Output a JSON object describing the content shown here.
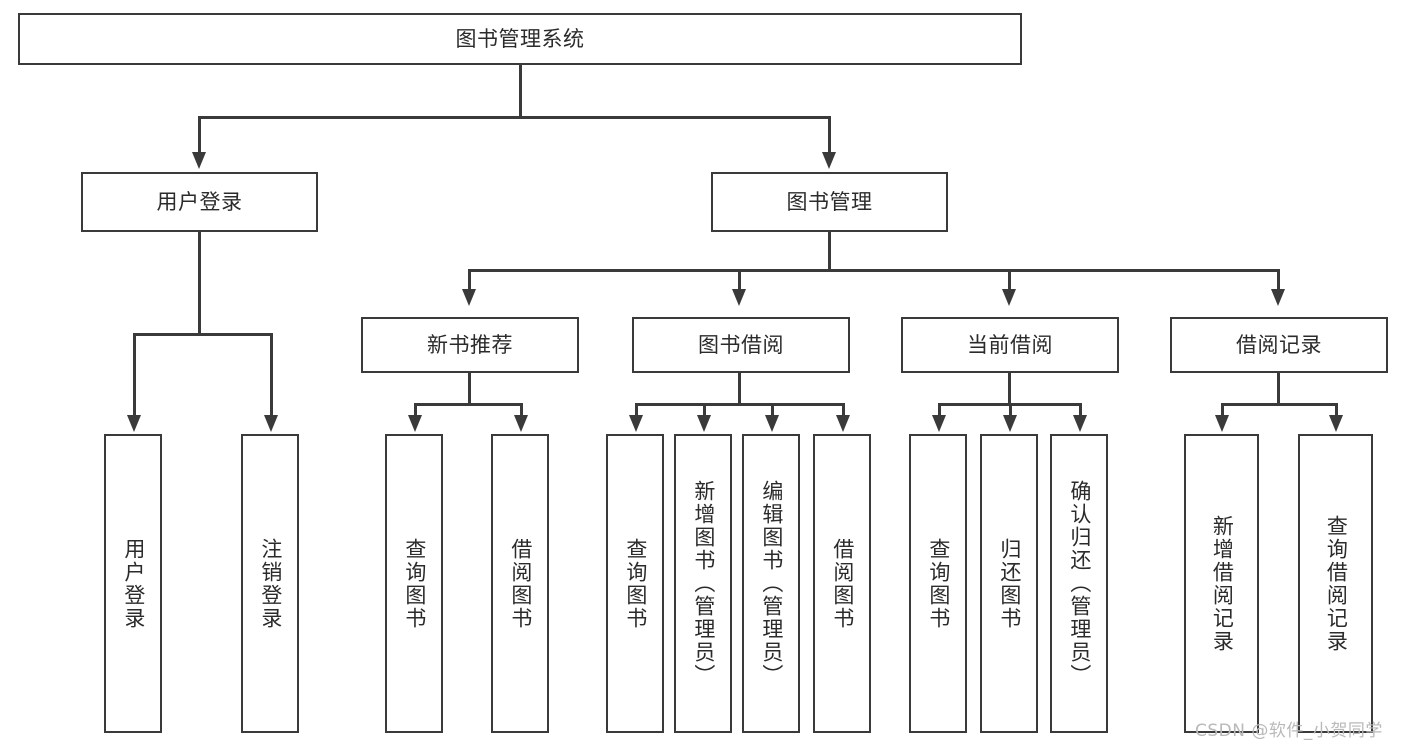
{
  "diagram": {
    "title": "图书管理系统",
    "type": "tree",
    "root": {
      "id": "root",
      "label": "图书管理系统"
    },
    "level2": [
      {
        "id": "user-login",
        "label": "用户登录"
      },
      {
        "id": "book-management",
        "label": "图书管理"
      }
    ],
    "level3": [
      {
        "id": "new-book-recommend",
        "label": "新书推荐",
        "parent": "book-management"
      },
      {
        "id": "book-borrow",
        "label": "图书借阅",
        "parent": "book-management"
      },
      {
        "id": "current-borrow",
        "label": "当前借阅",
        "parent": "book-management"
      },
      {
        "id": "borrow-record",
        "label": "借阅记录",
        "parent": "book-management"
      }
    ],
    "leaves": {
      "user_login": [
        {
          "id": "leaf-user-login",
          "label": "用户登录"
        },
        {
          "id": "leaf-logout",
          "label": "注销登录"
        }
      ],
      "new_book_recommend": [
        {
          "id": "leaf-query-book-1",
          "label": "查询图书"
        },
        {
          "id": "leaf-borrow-book-1",
          "label": "借阅图书"
        }
      ],
      "book_borrow": [
        {
          "id": "leaf-query-book-2",
          "label": "查询图书"
        },
        {
          "id": "leaf-add-book",
          "label": "新增图书（管理员）"
        },
        {
          "id": "leaf-edit-book",
          "label": "编辑图书（管理员）"
        },
        {
          "id": "leaf-borrow-book-2",
          "label": "借阅图书"
        }
      ],
      "current_borrow": [
        {
          "id": "leaf-query-book-3",
          "label": "查询图书"
        },
        {
          "id": "leaf-return-book",
          "label": "归还图书"
        },
        {
          "id": "leaf-confirm-return",
          "label": "确认归还（管理员）"
        }
      ],
      "borrow_record": [
        {
          "id": "leaf-add-record",
          "label": "新增借阅记录"
        },
        {
          "id": "leaf-query-record",
          "label": "查询借阅记录"
        }
      ]
    }
  },
  "watermark": {
    "text": "CSDN @软件_小贺同学"
  },
  "colors": {
    "stroke": "#3a3a3a",
    "text": "#2b2b2b",
    "background": "#ffffff",
    "watermark": "#b9b9b9"
  }
}
